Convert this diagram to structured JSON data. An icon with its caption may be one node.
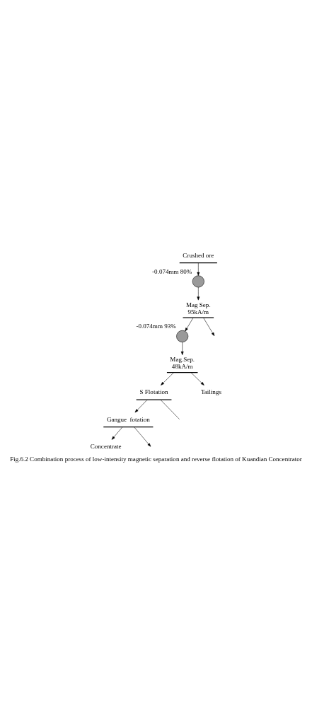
{
  "diagram": {
    "caption": "Fig.6.2 Combination process of low-intensity magnetic separation and reverse flotation of Kuandian Concentrator",
    "nodes": [
      {
        "text": [
          "Crushed ore"
        ]
      },
      {
        "text": [],
        "shape": "circle",
        "beside": [
          "-0.074mm 80%"
        ]
      },
      {
        "text": [
          "Mag Sep.",
          "95kA/m"
        ]
      },
      {
        "text": [],
        "shape": "circle",
        "beside": [
          "-0.074mm 93%"
        ]
      },
      {
        "text": [
          "Mag.Sep.",
          "48kA/m"
        ]
      },
      {
        "text": [
          "S Flotation"
        ]
      },
      {
        "text": [
          "Gangue  fotation"
        ]
      },
      {
        "text": [
          "Concentrate"
        ]
      },
      {
        "text": [
          "Tailings"
        ]
      }
    ],
    "edges": [
      {
        "from": 0,
        "to": 1,
        "arrow": "to"
      },
      {
        "from": 1,
        "to": 2,
        "arrow": "to"
      },
      {
        "from": 2,
        "to": 3,
        "arrow": "to"
      },
      {
        "from": 2,
        "to": null,
        "arrow": "to"
      },
      {
        "from": 3,
        "to": 4,
        "arrow": "to"
      },
      {
        "from": 4,
        "to": 5,
        "arrow": "to"
      },
      {
        "from": 4,
        "to": 8,
        "arrow": "to"
      },
      {
        "from": 5,
        "to": 6,
        "arrow": "to"
      },
      {
        "from": 5,
        "to": null,
        "arrow": "none"
      },
      {
        "from": 6,
        "to": 7,
        "arrow": "to"
      },
      {
        "from": 6,
        "to": null,
        "arrow": "to"
      }
    ]
  }
}
